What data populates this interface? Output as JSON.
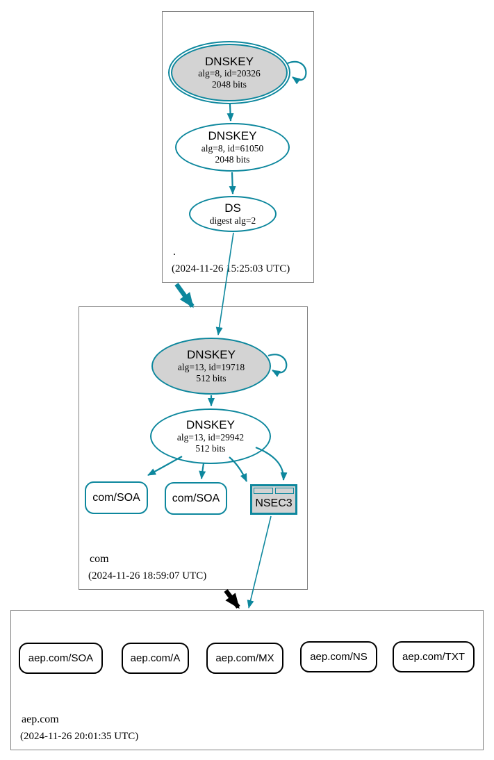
{
  "diagram": {
    "title": "DNSSEC authentication chain graph",
    "colors": {
      "edge_teal": "#0d879d",
      "node_fill_gray": "#d3d3d3",
      "zone_border_gray": "#7f7f7f",
      "insecure_black": "#000000"
    },
    "zones": [
      {
        "label": ".",
        "timestamp": "(2024-11-26 15:25:03 UTC)",
        "ksk": {
          "title": "DNSKEY",
          "alg": "alg=8, id=20326",
          "bits": "2048 bits"
        },
        "zsk": {
          "title": "DNSKEY",
          "alg": "alg=8, id=61050",
          "bits": "2048 bits"
        },
        "ds": {
          "title": "DS",
          "alg": "digest alg=2"
        }
      },
      {
        "label": "com",
        "timestamp": "(2024-11-26 18:59:07 UTC)",
        "ksk": {
          "title": "DNSKEY",
          "alg": "alg=13, id=19718",
          "bits": "512 bits"
        },
        "zsk": {
          "title": "DNSKEY",
          "alg": "alg=13, id=29942",
          "bits": "512 bits"
        },
        "rrsets": [
          "com/SOA",
          "com/SOA"
        ],
        "nsec3_label": "NSEC3"
      },
      {
        "label": "aep.com",
        "timestamp": "(2024-11-26 20:01:35 UTC)",
        "rrsets": [
          "aep.com/SOA",
          "aep.com/A",
          "aep.com/MX",
          "aep.com/NS",
          "aep.com/TXT"
        ]
      }
    ]
  }
}
